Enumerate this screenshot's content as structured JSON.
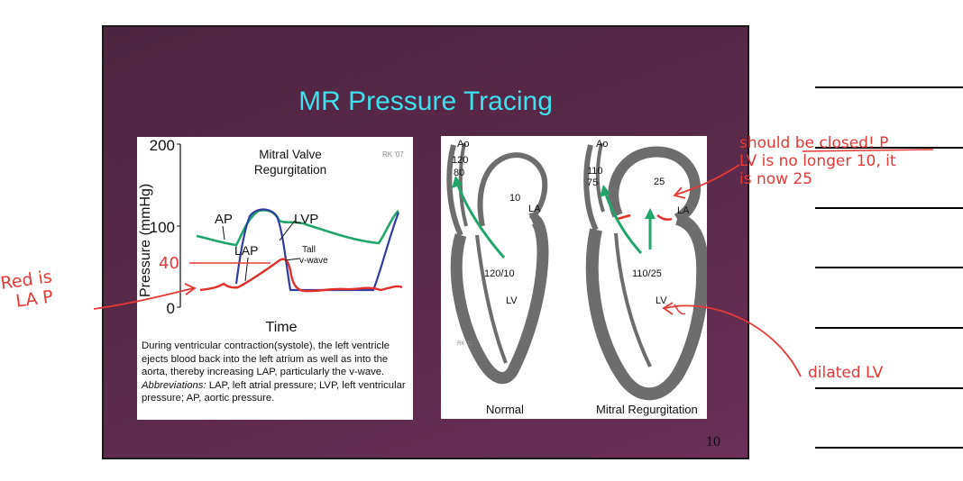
{
  "slide": {
    "title": "MR Pressure Tracing",
    "page_number": "10"
  },
  "left_figure": {
    "title_line1": "Mitral Valve",
    "title_line2": "Regurgitation",
    "signature": "RK '07",
    "y_axis_label": "Pressure (mmHg)",
    "x_axis_label": "Time",
    "ticks": {
      "y200": "200",
      "y100": "100",
      "y0": "0"
    },
    "labels": {
      "ap": "AP",
      "lvp": "LVP",
      "lap": "LAP",
      "tall": "Tall",
      "vwave": "v-wave"
    },
    "colors": {
      "ap": "#21a56a",
      "lvp": "#2f3da0",
      "lap": "#e0302b"
    },
    "caption": {
      "text": "During ventricular contraction(systole), the left ventricle ejects blood back into the left atrium as well as into the aorta, thereby increasing LAP, particularly the v-wave.",
      "abbr_label": "Abbreviations:",
      "abbr_text": "LAP, left atrial pressure; LVP, left ventricular pressure; AP, aortic pressure."
    }
  },
  "right_figure": {
    "normal": {
      "ao": "Ao",
      "ao_sys": "120",
      "ao_dia": "80",
      "la_pressure": "10",
      "la": "LA",
      "lv_pressure": "120/10",
      "lv": "LV",
      "caption": "Normal",
      "signature": "RK '11"
    },
    "mr": {
      "ao": "Ao",
      "ao_sys": "110",
      "ao_dia": "75",
      "la_pressure": "25",
      "la": "LA",
      "lv_pressure": "110/25",
      "lv": "LV",
      "caption": "Mitral Regurgitation"
    }
  },
  "annotations": {
    "red_is_lap": [
      "Red is",
      "LA P"
    ],
    "forty": "40",
    "closed_note": [
      "should be closed! P",
      "LV is no longer 10, it",
      "is now 25"
    ],
    "dilated": "dilated LV"
  }
}
